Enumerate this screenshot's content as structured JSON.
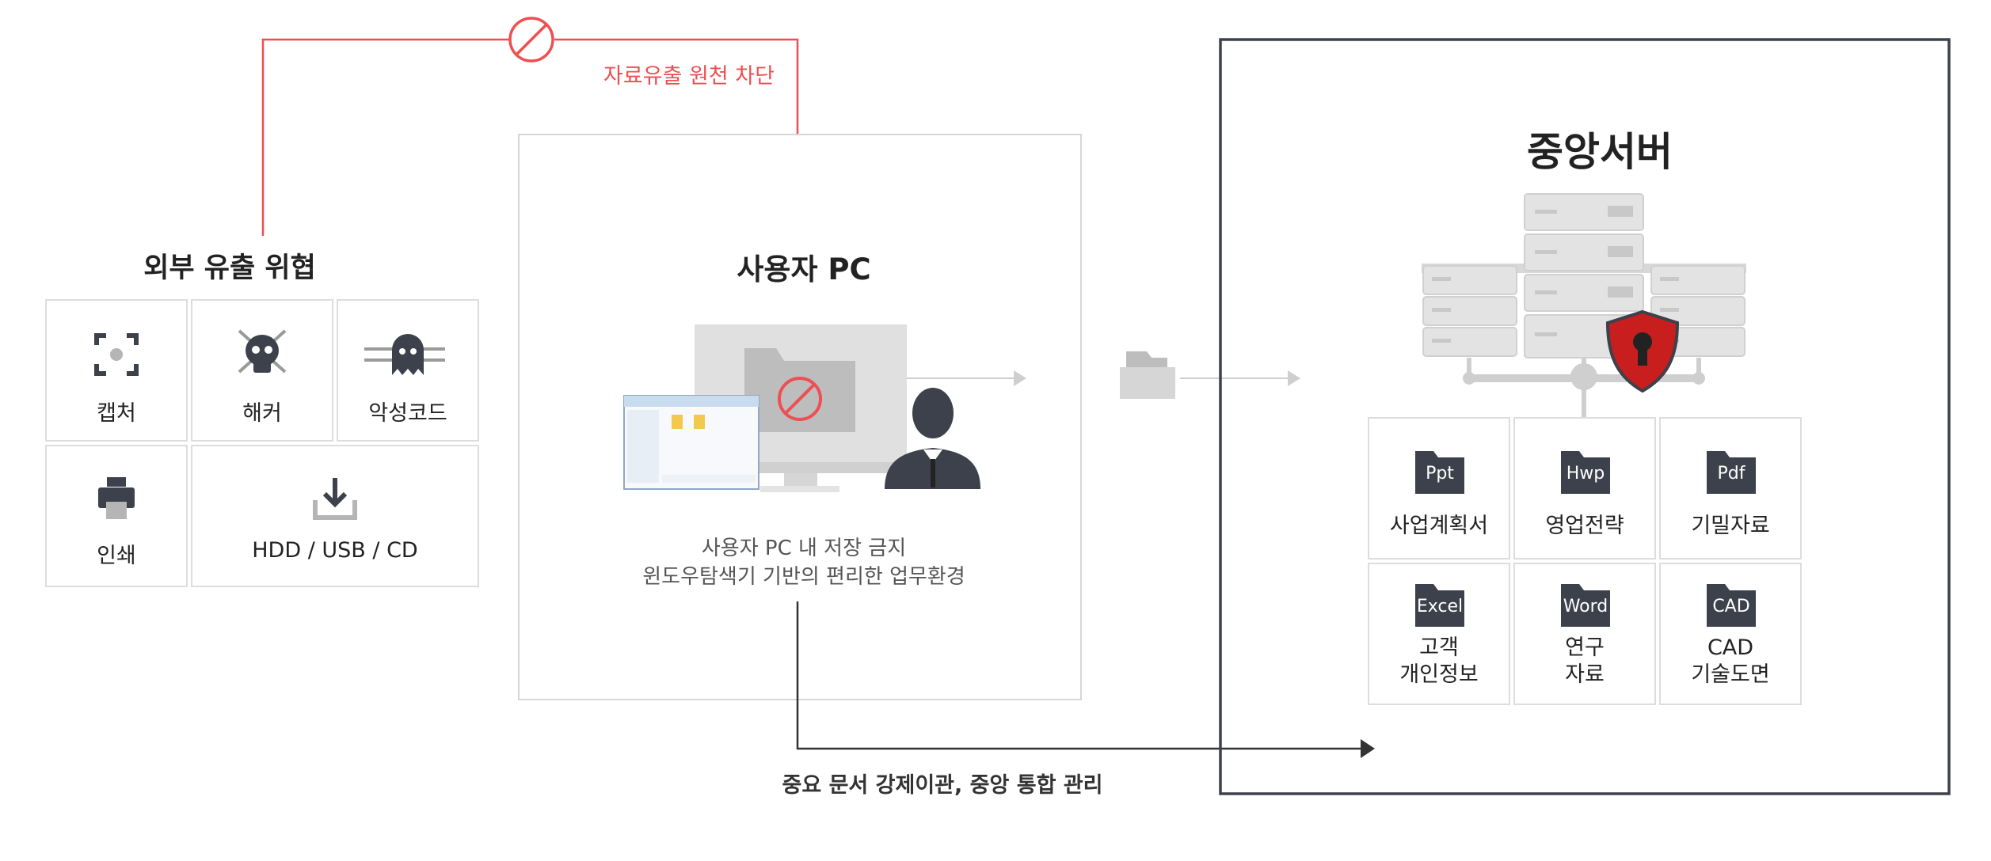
{
  "threats": {
    "title": "외부 유출 위협",
    "items": [
      {
        "label": "캡처",
        "icon": "capture-icon"
      },
      {
        "label": "해커",
        "icon": "hacker-skull-icon"
      },
      {
        "label": "악성코드",
        "icon": "malware-ghost-icon"
      },
      {
        "label": "인쇄",
        "icon": "printer-icon"
      },
      {
        "label": "HDD / USB / CD",
        "icon": "download-icon"
      }
    ]
  },
  "block_note": "자료유출 원천 차단",
  "user_pc": {
    "title": "사용자 PC",
    "desc_line1": "사용자 PC 내 저장 금지",
    "desc_line2": "윈도우탐색기 기반의 편리한 업무환경"
  },
  "bottom_label": "중요 문서 강제이관, 중앙 통합 관리",
  "server": {
    "title": "중앙서버",
    "docs": [
      {
        "tag": "Ppt",
        "label": "사업계획서"
      },
      {
        "tag": "Hwp",
        "label": "영업전략"
      },
      {
        "tag": "Pdf",
        "label": "기밀자료"
      },
      {
        "tag": "Excel",
        "label_line1": "고객",
        "label_line2": "개인정보"
      },
      {
        "tag": "Word",
        "label_line1": "연구",
        "label_line2": "자료"
      },
      {
        "tag": "CAD",
        "label_line1": "CAD",
        "label_line2": "기술도면"
      }
    ]
  },
  "colors": {
    "accent_red": "#ed4f52",
    "icon_dark": "#3c414b",
    "box_border": "#dddddd",
    "server_border": "#3c414b",
    "connector_gray": "#cfcfcf"
  }
}
